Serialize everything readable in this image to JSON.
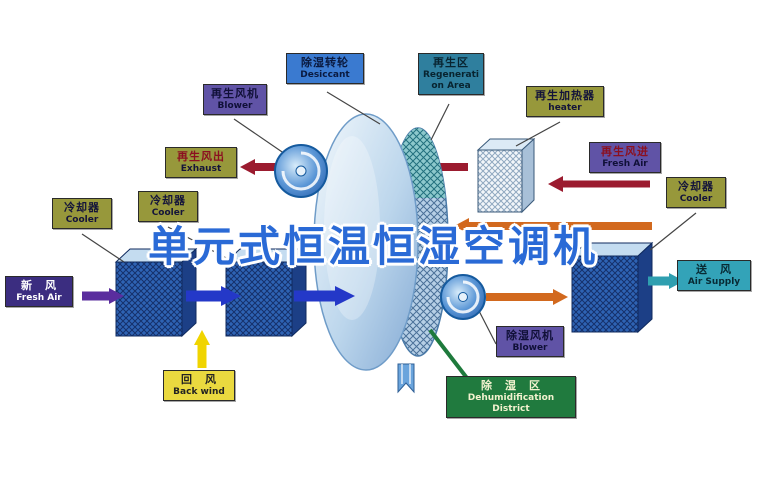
{
  "title": "单元式恒温恒湿空调机",
  "colors": {
    "title_blue": "#2a6ad6",
    "arrow_crimson": "#9b1b2f",
    "arrow_orange": "#d2691e",
    "arrow_blue": "#2438c8",
    "arrow_yellow": "#f0d400",
    "arrow_purple": "#5a2d9e",
    "arrow_teal": "#2f9fb0",
    "label_olive": "#97983b",
    "label_purple": "#6053a6",
    "label_green": "#207a3e"
  },
  "labels": {
    "blower_top": {
      "zh": "再生风机",
      "en": "Blower"
    },
    "desiccant": {
      "zh": "除湿转轮",
      "en": "Desiccant"
    },
    "regeneration_area": {
      "zh": "再生区",
      "en": "Regeneration Area"
    },
    "heater": {
      "zh": "再生加热器",
      "en": "heater"
    },
    "exhaust": {
      "zh": "再生风出",
      "en": "Exhaust"
    },
    "cooler_left_inner": {
      "zh": "冷却器",
      "en": "Cooler"
    },
    "cooler_left_outer": {
      "zh": "冷却器",
      "en": "Cooler"
    },
    "fresh_air_regen": {
      "zh": "再生风进",
      "en": "Fresh Air"
    },
    "cooler_right": {
      "zh": "冷却器",
      "en": "Cooler"
    },
    "fresh_air_intake": {
      "zh": "新　风",
      "en": "Fresh Air"
    },
    "air_supply": {
      "zh": "送　风",
      "en": "Air Supply"
    },
    "back_wind": {
      "zh": "回　风",
      "en": "Back wind"
    },
    "blower_bottom": {
      "zh": "除湿风机",
      "en": "Blower"
    },
    "dehumidification": {
      "zh": "除　湿　区",
      "en": "Dehumidification District"
    }
  }
}
